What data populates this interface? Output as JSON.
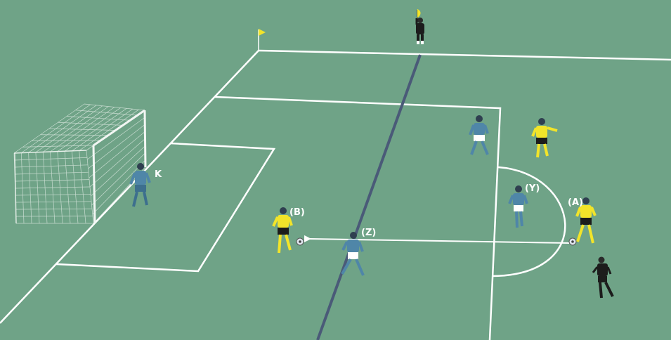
{
  "colors": {
    "pitch": "#6fa387",
    "lines": "#ffffff",
    "offside_line": "#4a5a78",
    "team_blue": "#4f86a8",
    "team_yellow": "#f2e42a",
    "official": "#1c1c1c",
    "flag": "#f2e42a"
  },
  "labels": {
    "keeper": "K",
    "player_b": "(B)",
    "player_z": "(Z)",
    "player_y": "(Y)",
    "player_a": "(A)"
  },
  "icons": {
    "ball": "football-icon",
    "corner_flag": "corner-flag-icon",
    "assistant_flag": "assistant-referee-flag-icon",
    "pass_arrow": "arrow-left-icon"
  }
}
